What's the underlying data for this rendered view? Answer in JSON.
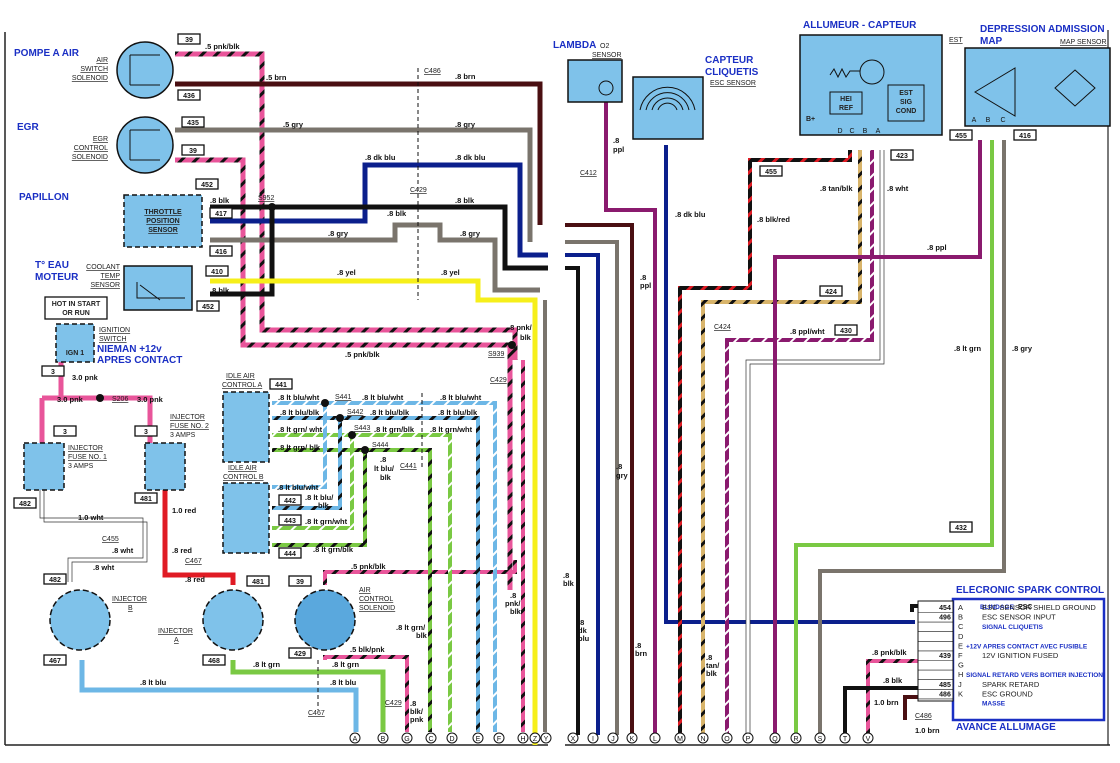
{
  "title_labels": {
    "pompe_a_air": "POMPE A AIR",
    "egr": "EGR",
    "papillon": "PAPILLON",
    "t_eau_1": "T° EAU",
    "t_eau_2": "MOTEUR",
    "nieman_1": "NIEMAN +12v",
    "nieman_2": "APRES CONTACT",
    "lambda": "LAMBDA",
    "capteur_1": "CAPTEUR",
    "capteur_2": "CLIQUETIS",
    "allumeur": "ALLUMEUR - CAPTEUR",
    "depression_1": "DEPRESSION ADMISSION",
    "depression_2": "MAP",
    "esc_title": "ELECRONIC SPARK CONTROL",
    "avance": "AVANCE ALLUMAGE"
  },
  "components": {
    "air_switch": [
      "AIR",
      "SWITCH",
      "SOLENOID"
    ],
    "egr_control": [
      "EGR",
      "CONTROL",
      "SOLENOID"
    ],
    "tps": [
      "THROTTLE",
      "POSITION",
      "SENSOR"
    ],
    "coolant": [
      "COOLANT",
      "TEMP",
      "SENSOR"
    ],
    "hot_in_start": [
      "HOT IN START",
      "OR RUN"
    ],
    "ignition_switch": [
      "IGNITION",
      "SWITCH"
    ],
    "ign1": "IGN 1",
    "fuse1": [
      "INJECTOR",
      "FUSE NO. 1",
      "3 AMPS"
    ],
    "fuse2": [
      "INJECTOR",
      "FUSE NO. 2",
      "3 AMPS"
    ],
    "injector_b": [
      "INJECTOR",
      "B"
    ],
    "injector_a": [
      "INJECTOR",
      "A"
    ],
    "air_control": [
      "AIR",
      "CONTROL",
      "SOLENOID"
    ],
    "iac_a": [
      "IDLE AIR",
      "CONTROL A"
    ],
    "iac_b": [
      "IDLE AIR",
      "CONTROL B"
    ],
    "o2_sensor": [
      "O2",
      "SENSOR"
    ],
    "esc_sensor": "ESC SENSOR",
    "est": "EST",
    "map_sensor": "MAP SENSOR",
    "hei_ref": [
      "HEI",
      "REF"
    ],
    "est_sig": [
      "EST",
      "SIG",
      "COND"
    ],
    "bplus": "B+",
    "dist_pins": [
      "D",
      "C",
      "B",
      "A"
    ],
    "map_pins": [
      "A",
      "B",
      "C"
    ]
  },
  "circuits": {
    "c39a": "39",
    "c436": "436",
    "c435": "435",
    "c39b": "39",
    "c452a": "452",
    "c417": "417",
    "c416a": "416",
    "c410": "410",
    "c452b": "452",
    "c3a": "3",
    "c3b": "3",
    "c3c": "3",
    "c482a": "482",
    "c481a": "481",
    "c482b": "482",
    "c481b": "481",
    "c39c": "39",
    "c467": "467",
    "c468": "468",
    "c429": "429",
    "c441": "441",
    "c442": "442",
    "c443": "443",
    "c444": "444",
    "c455a": "455",
    "c423": "423",
    "c455b": "455",
    "c416b": "416",
    "c424": "424",
    "c430": "430",
    "c432": "432"
  },
  "wire_labels": {
    "w1": ".5 pnk/blk",
    "w2": ".5 brn",
    "w3": ".8 brn",
    "w4": ".5 gry",
    "w5": ".8 gry",
    "w6": ".8 dk blu",
    "w7": ".8 dk blu",
    "w8": ".8 blk",
    "w9": ".8 blk",
    "w10": ".8 blk",
    "w11": ".8 gry",
    "w12": ".8 gry",
    "w13": ".8 yel",
    "w14": ".8 yel",
    "w15": ".8 blk",
    "w16": ".5 pnk/blk",
    "w17": ".8 pnk/",
    "w17b": "blk",
    "w18": "3.0 pnk",
    "w19": "3.0 pnk",
    "w20": "3.0 pnk",
    "w21": "1.0 wht",
    "w22": ".8 wht",
    "w23": ".8 wht",
    "w24": "1.0 red",
    "w25": ".8 red",
    "w26": ".8 red",
    "w27": ".8 lt blu",
    "w28": ".8 lt grn",
    "w29": ".8 lt grn",
    "w30": ".8 lt blu",
    "w31": ".5 blk/pnk",
    "w32": ".5 pnk/blk",
    "w33": ".8 lt blu/wht",
    "w34": ".8 lt blu/blk",
    "w35": ".8 lt grn/ wht",
    "w36": ".8 lt grn/ blk",
    "w37": ".8 lt blu/wht",
    "w38": ".8 lt blu/blk",
    "w39": ".8 lt grn/blk",
    "w40": ".8 lt blu/wht",
    "w41": ".8 lt blu/blk",
    "w42": ".8 lt grn/wht",
    "w43": ".8 lt blu/wht",
    "w44": ".8 lt blu/",
    "w44b": "blk",
    "w45": ".8 lt grn/wht",
    "w46": ".8 lt grn/blk",
    "w47": ".8",
    "w47b": "lt blu/",
    "w47c": "blk",
    "w48": ".8 lt grn/",
    "w48b": "blk",
    "w49": ".8",
    "w49b": "pnk/",
    "w49c": "blk",
    "w50": ".8",
    "w50b": "blk/",
    "w50c": "pnk",
    "w51": ".8",
    "w51b": "ppl",
    "w52": ".8 dk blu",
    "w53": ".8",
    "w53b": "ppl",
    "w54": ".8",
    "w54b": "gry",
    "w55": ".8",
    "w55b": "blk",
    "w56": ".8",
    "w56b": "dk",
    "w56c": "blu",
    "w57": ".8",
    "w57b": "brn",
    "w58": ".8 blk/red",
    "w59": ".8 tan/blk",
    "w60": ".8 wht",
    "w61": ".8 ppl",
    "w62": ".8 ppl/wht",
    "w63": ".8 lt grn",
    "w64": ".8 gry",
    "w65": ".8",
    "w65b": "tan/",
    "w65c": "blk",
    "w66": ".8 pnk/blk",
    "w67": ".8 blk",
    "w68": "1.0 brn",
    "w69": "1.0 brn"
  },
  "connectors": {
    "c486a": "C486",
    "c429a": "C429",
    "s952": "S952",
    "s939": "S939",
    "c429b": "C429",
    "s206": "S206",
    "c455": "C455",
    "c467a": "C467",
    "c467b": "C467",
    "c429c": "C429",
    "s441": "S441",
    "s442": "S442",
    "s443": "S443",
    "s444": "S444",
    "c441": "C441",
    "c412": "C412",
    "c424": "C424",
    "c486b": "C486"
  },
  "terminals": [
    "A",
    "B",
    "G",
    "C",
    "D",
    "E",
    "F",
    "H",
    "Z",
    "Y",
    "X",
    "I",
    "J",
    "K",
    "L",
    "M",
    "N",
    "O",
    "P",
    "Q",
    "R",
    "S",
    "T",
    "V"
  ],
  "esc_module": {
    "header": "ESC",
    "blindage": "BLINDAGE",
    "rows": [
      {
        "circuit": "454",
        "pin": "A",
        "label": "ESC SENSOR SHIELD GROUND"
      },
      {
        "circuit": "496",
        "pin": "B",
        "label": "ESC SENSOR INPUT"
      },
      {
        "circuit": "",
        "pin": "C",
        "label": "",
        "note": "SIGNAL CLIQUETIS"
      },
      {
        "circuit": "",
        "pin": "D",
        "label": ""
      },
      {
        "circuit": "",
        "pin": "E",
        "label": "",
        "note": "+12V APRES CONTACT AVEC FUSIBLE"
      },
      {
        "circuit": "439",
        "pin": "F",
        "label": "12V IGNITION FUSED"
      },
      {
        "circuit": "",
        "pin": "G",
        "label": ""
      },
      {
        "circuit": "",
        "pin": "H",
        "label": "",
        "note": "SIGNAL RETARD VERS BOITIER INJECTION"
      },
      {
        "circuit": "485",
        "pin": "J",
        "label": "SPARK RETARD"
      },
      {
        "circuit": "486",
        "pin": "K",
        "label": "ESC GROUND",
        "note": "MASSE"
      }
    ]
  },
  "colors": {
    "component": "#7fc2ea",
    "pink": "#e8559a",
    "brown": "#4a0f12",
    "gray": "#7a746c",
    "dkblue": "#0b1f8c",
    "black": "#111111",
    "yellow": "#f6ef1a",
    "ltblue": "#6db7e6",
    "ltgreen": "#7ac943",
    "red": "#e01b24",
    "purple": "#8a1a6e",
    "tan": "#d8b46a",
    "label_blue": "#1a2fc4"
  }
}
